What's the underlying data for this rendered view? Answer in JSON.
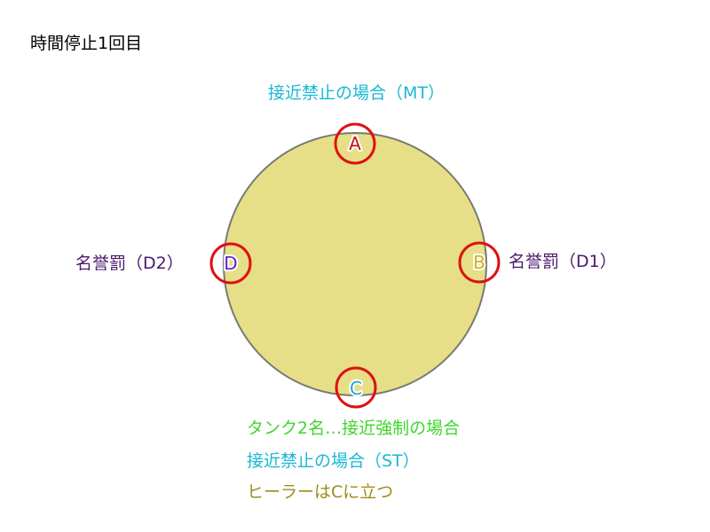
{
  "title": "時間停止1回目",
  "labels": {
    "top": "接近禁止の場合（MT）",
    "right": "名誉罰（D1）",
    "left": "名誉罰（D2）"
  },
  "markers": [
    {
      "id": "A",
      "color": "#cc1111"
    },
    {
      "id": "B",
      "color": "#d4b020"
    },
    {
      "id": "C",
      "color": "#1aa6d6"
    },
    {
      "id": "D",
      "color": "#5a22cc"
    }
  ],
  "notes": [
    {
      "text": "タンク2名…接近強制の場合",
      "color": "#3fd62a"
    },
    {
      "text": "接近禁止の場合（ST）",
      "color": "#1ab8d4"
    },
    {
      "text": "ヒーラーはCに立つ",
      "color": "#a08a1a"
    }
  ],
  "colors": {
    "arena_fill": "#e6df88",
    "arena_stroke": "#7a7a72",
    "marker_ring": "#e01010",
    "label_top": "#1ab8d4",
    "label_dps": "#4a1a6e"
  }
}
